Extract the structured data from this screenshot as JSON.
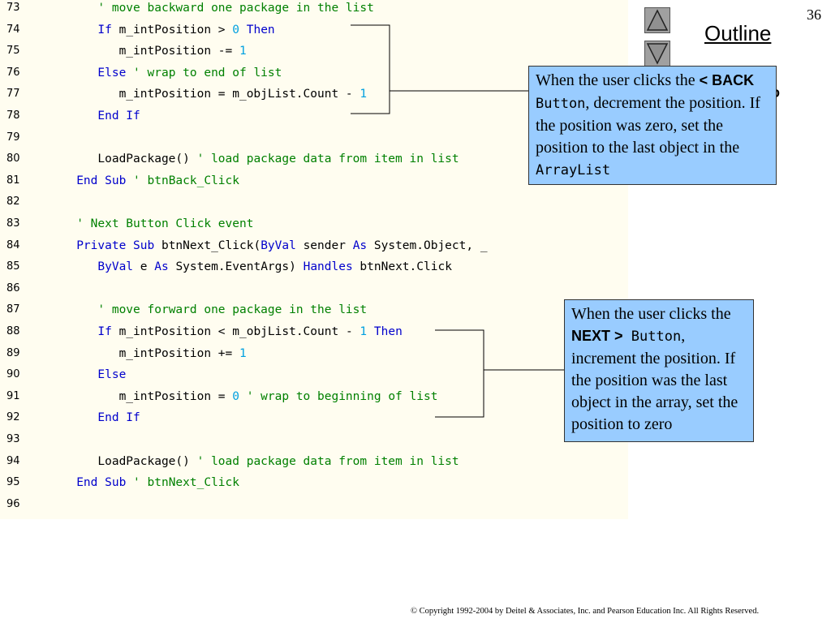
{
  "slide_number": "36",
  "outline_label": "Outline",
  "nav": {
    "up_label": "Previous slide",
    "down_label": "Next slide"
  },
  "partial_text": "o",
  "code_lines": [
    {
      "ln": "73",
      "tokens": [
        {
          "t": "      "
        },
        {
          "t": "' move backward one package in the list",
          "c": "cm"
        }
      ]
    },
    {
      "ln": "74",
      "tokens": [
        {
          "t": "      "
        },
        {
          "t": "If",
          "c": "kw"
        },
        {
          "t": " m_intPosition > "
        },
        {
          "t": "0",
          "c": "num"
        },
        {
          "t": " "
        },
        {
          "t": "Then",
          "c": "kw"
        }
      ]
    },
    {
      "ln": "75",
      "tokens": [
        {
          "t": "         m_intPosition -= "
        },
        {
          "t": "1",
          "c": "num"
        }
      ]
    },
    {
      "ln": "76",
      "tokens": [
        {
          "t": "      "
        },
        {
          "t": "Else",
          "c": "kw"
        },
        {
          "t": " "
        },
        {
          "t": "' wrap to end of list",
          "c": "cm"
        }
      ]
    },
    {
      "ln": "77",
      "tokens": [
        {
          "t": "         m_intPosition = m_objList.Count - "
        },
        {
          "t": "1",
          "c": "num"
        }
      ]
    },
    {
      "ln": "78",
      "tokens": [
        {
          "t": "      "
        },
        {
          "t": "End If",
          "c": "kw"
        }
      ]
    },
    {
      "ln": "79",
      "tokens": []
    },
    {
      "ln": "80",
      "tokens": [
        {
          "t": "      LoadPackage() "
        },
        {
          "t": "' load package data from item in list",
          "c": "cm"
        }
      ]
    },
    {
      "ln": "81",
      "tokens": [
        {
          "t": "   "
        },
        {
          "t": "End Sub",
          "c": "kw"
        },
        {
          "t": " "
        },
        {
          "t": "' btnBack_Click",
          "c": "cm"
        }
      ]
    },
    {
      "ln": "82",
      "tokens": []
    },
    {
      "ln": "83",
      "tokens": [
        {
          "t": "   "
        },
        {
          "t": "' Next Button Click event",
          "c": "cm"
        }
      ]
    },
    {
      "ln": "84",
      "tokens": [
        {
          "t": "   "
        },
        {
          "t": "Private Sub",
          "c": "kw"
        },
        {
          "t": " btnNext_Click("
        },
        {
          "t": "ByVal",
          "c": "kw"
        },
        {
          "t": " sender "
        },
        {
          "t": "As",
          "c": "kw"
        },
        {
          "t": " System.Object, _"
        }
      ]
    },
    {
      "ln": "85",
      "tokens": [
        {
          "t": "      "
        },
        {
          "t": "ByVal",
          "c": "kw"
        },
        {
          "t": " e "
        },
        {
          "t": "As",
          "c": "kw"
        },
        {
          "t": " System.EventArgs) "
        },
        {
          "t": "Handles",
          "c": "kw"
        },
        {
          "t": " btnNext.Click"
        }
      ]
    },
    {
      "ln": "86",
      "tokens": []
    },
    {
      "ln": "87",
      "tokens": [
        {
          "t": "      "
        },
        {
          "t": "' move forward one package in the list",
          "c": "cm"
        }
      ]
    },
    {
      "ln": "88",
      "tokens": [
        {
          "t": "      "
        },
        {
          "t": "If",
          "c": "kw"
        },
        {
          "t": " m_intPosition < m_objList.Count - "
        },
        {
          "t": "1",
          "c": "num"
        },
        {
          "t": " "
        },
        {
          "t": "Then",
          "c": "kw"
        }
      ]
    },
    {
      "ln": "89",
      "tokens": [
        {
          "t": "         m_intPosition += "
        },
        {
          "t": "1",
          "c": "num"
        }
      ]
    },
    {
      "ln": "90",
      "tokens": [
        {
          "t": "      "
        },
        {
          "t": "Else",
          "c": "kw"
        }
      ]
    },
    {
      "ln": "91",
      "tokens": [
        {
          "t": "         m_intPosition = "
        },
        {
          "t": "0",
          "c": "num"
        },
        {
          "t": " "
        },
        {
          "t": "' wrap to beginning of list",
          "c": "cm"
        }
      ]
    },
    {
      "ln": "92",
      "tokens": [
        {
          "t": "      "
        },
        {
          "t": "End If",
          "c": "kw"
        }
      ]
    },
    {
      "ln": "93",
      "tokens": []
    },
    {
      "ln": "94",
      "tokens": [
        {
          "t": "      LoadPackage() "
        },
        {
          "t": "' load package data from item in list",
          "c": "cm"
        }
      ]
    },
    {
      "ln": "95",
      "tokens": [
        {
          "t": "   "
        },
        {
          "t": "End Sub",
          "c": "kw"
        },
        {
          "t": " "
        },
        {
          "t": "' btnNext_Click",
          "c": "cm"
        }
      ]
    },
    {
      "ln": "96",
      "tokens": []
    }
  ],
  "callout_back": {
    "p1": "When the user clicks the ",
    "b1": "< BACK",
    "m1": " Button",
    "p2": ", decrement the position. If the position was zero, set the position to the last object in the ",
    "m2": "ArrayList"
  },
  "callout_next": {
    "p1": "When the user clicks the ",
    "b1": "NEXT >",
    "m1": " Button",
    "p2": ", increment the position. If the position was the last object in the array, set the position to zero"
  },
  "copyright": "© Copyright 1992-2004 by Deitel & Associates, Inc. and Pearson Education Inc. All Rights Reserved.",
  "colors": {
    "code_bg": "#fffdf0",
    "keyword": "#0000cc",
    "comment": "#008000",
    "number": "#00a0e0",
    "callout": "#99ccff"
  }
}
